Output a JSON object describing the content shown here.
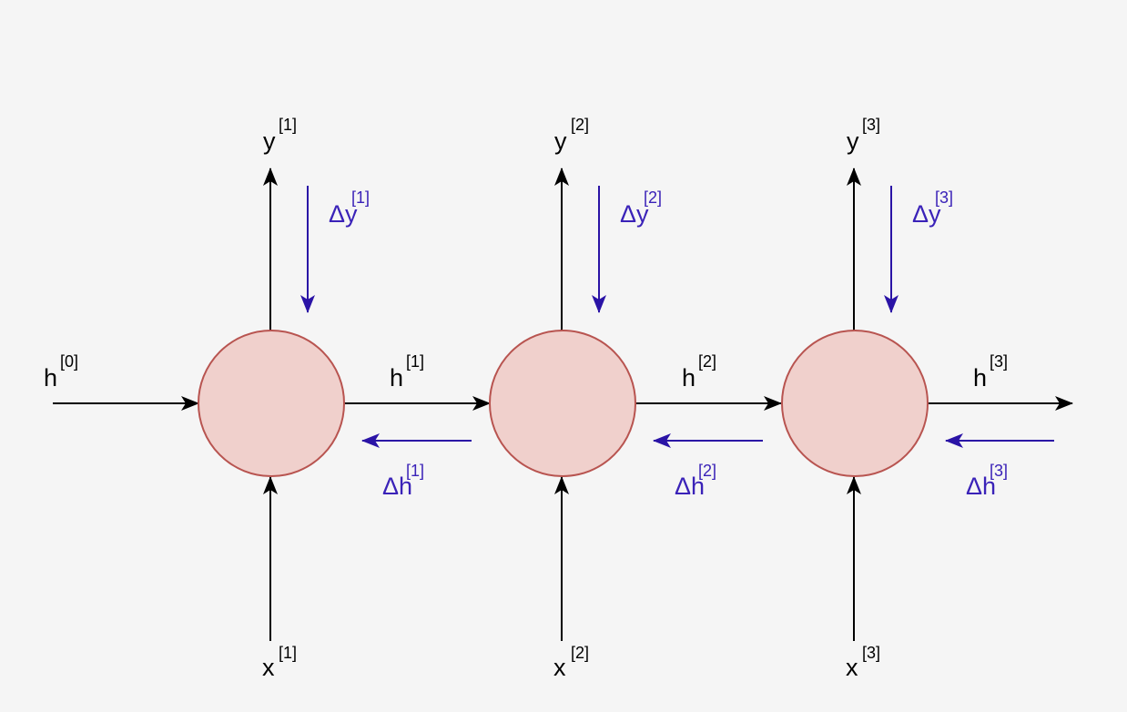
{
  "colors": {
    "background": "#f5f5f5",
    "node_fill": "#f0d0cc",
    "node_stroke": "#b85450",
    "forward": "#000000",
    "backward": "#2a13a6"
  },
  "labels": {
    "h0": {
      "base": "h",
      "sup": "[0]"
    },
    "h1": {
      "base": "h",
      "sup": "[1]"
    },
    "h2": {
      "base": "h",
      "sup": "[2]"
    },
    "h3": {
      "base": "h",
      "sup": "[3]"
    },
    "y1": {
      "base": "y",
      "sup": "[1]"
    },
    "y2": {
      "base": "y",
      "sup": "[2]"
    },
    "y3": {
      "base": "y",
      "sup": "[3]"
    },
    "x1": {
      "base": "x",
      "sup": "[1]"
    },
    "x2": {
      "base": "x",
      "sup": "[2]"
    },
    "x3": {
      "base": "x",
      "sup": "[3]"
    },
    "dy1": {
      "base": "Δy",
      "sup": "[1]"
    },
    "dy2": {
      "base": "Δy",
      "sup": "[2]"
    },
    "dy3": {
      "base": "Δy",
      "sup": "[3]"
    },
    "dh1": {
      "base": "Δh",
      "sup": "[1]"
    },
    "dh2": {
      "base": "Δh",
      "sup": "[2]"
    },
    "dh3": {
      "base": "Δh",
      "sup": "[3]"
    }
  }
}
